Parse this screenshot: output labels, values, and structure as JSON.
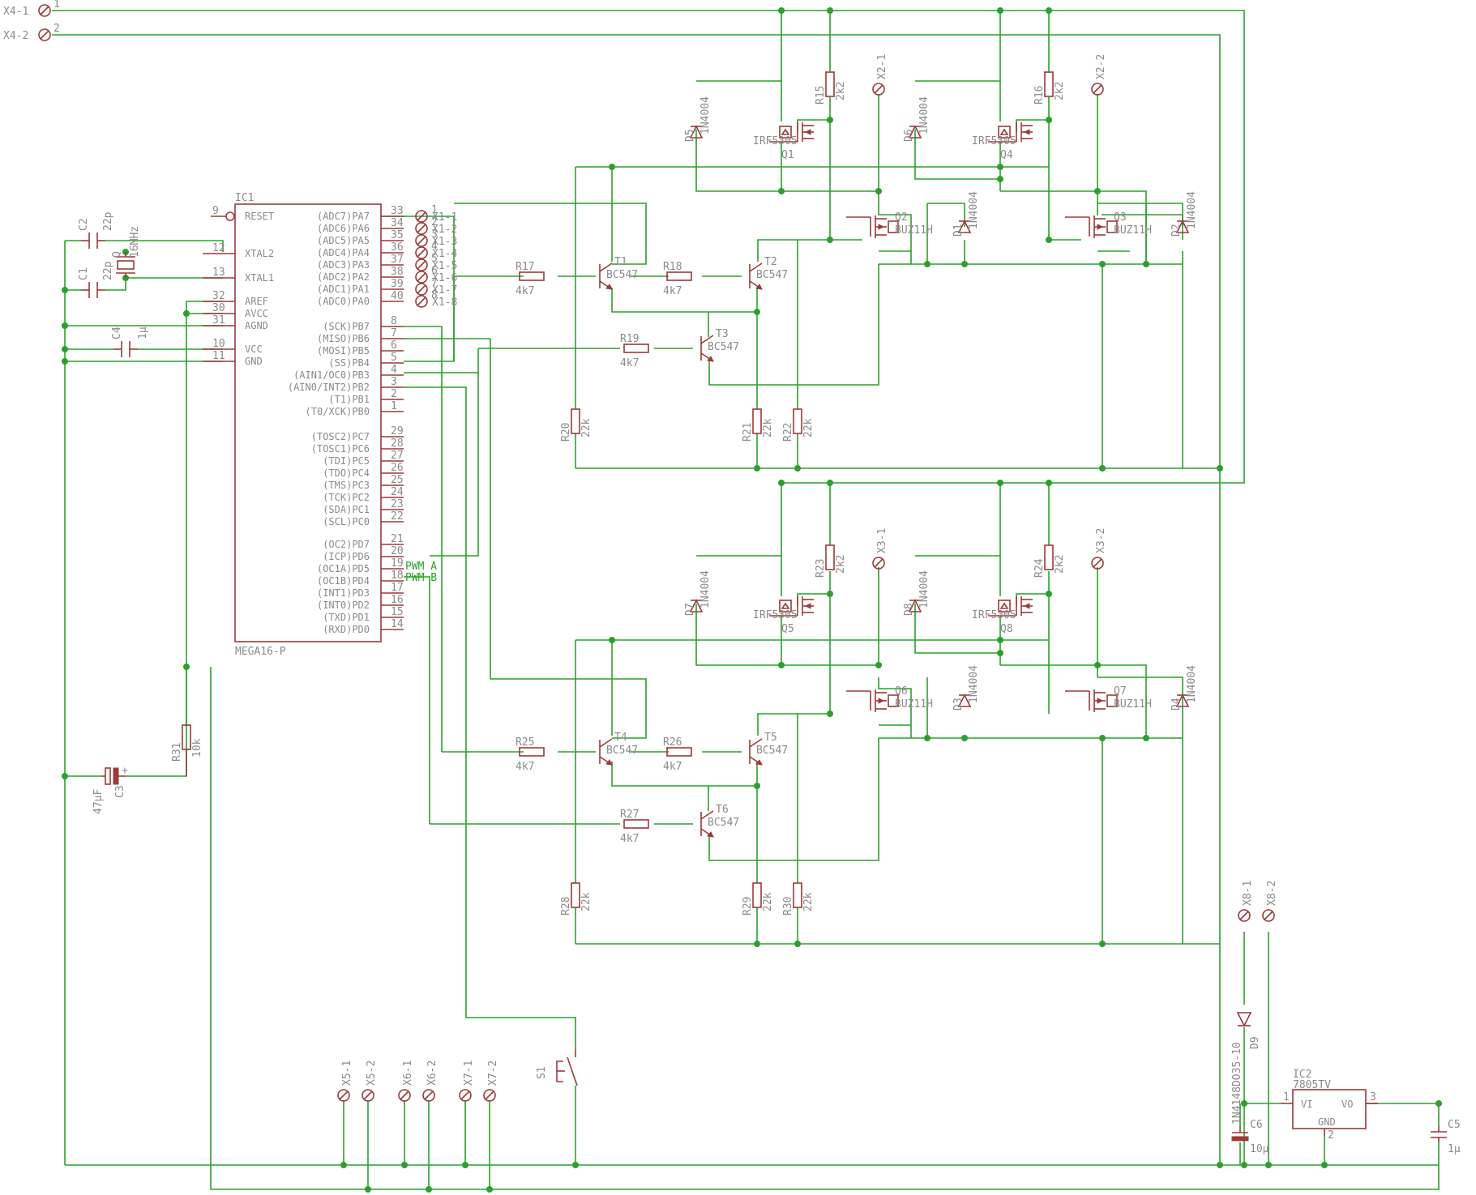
{
  "terminals": {
    "x4_1": "X4-1",
    "x4_2": "X4-2",
    "x1": [
      "X1-1",
      "X1-2",
      "X1-3",
      "X1-4",
      "X1-5",
      "X1-6",
      "X1-7",
      "X1-8"
    ],
    "x1_pins": [
      "1",
      "2",
      "3",
      "4",
      "5",
      "6",
      "7",
      "8"
    ],
    "x2_1": "X2-1",
    "x2_2": "X2-2",
    "x3_1": "X3-1",
    "x3_2": "X3-2",
    "x5_1": "X5-1",
    "x5_2": "X5-2",
    "x6_1": "X6-1",
    "x6_2": "X6-2",
    "x7_1": "X7-1",
    "x7_2": "X7-2",
    "x8_1": "X8-1",
    "x8_2": "X8-2",
    "pin1": "1",
    "pin2": "2"
  },
  "ic1": {
    "ref": "IC1",
    "part": "MEGA16-P",
    "left_pins": [
      {
        "num": "9",
        "name": "RESET"
      },
      {
        "num": "12",
        "name": "XTAL2"
      },
      {
        "num": "13",
        "name": "XTAL1"
      },
      {
        "num": "32",
        "name": "AREF"
      },
      {
        "num": "30",
        "name": "AVCC"
      },
      {
        "num": "31",
        "name": "AGND"
      },
      {
        "num": "10",
        "name": "VCC"
      },
      {
        "num": "11",
        "name": "GND"
      }
    ],
    "right_pins": [
      {
        "num": "33",
        "name": "(ADC7)PA7"
      },
      {
        "num": "34",
        "name": "(ADC6)PA6"
      },
      {
        "num": "35",
        "name": "(ADC5)PA5"
      },
      {
        "num": "36",
        "name": "(ADC4)PA4"
      },
      {
        "num": "37",
        "name": "(ADC3)PA3"
      },
      {
        "num": "38",
        "name": "(ADC2)PA2"
      },
      {
        "num": "39",
        "name": "(ADC1)PA1"
      },
      {
        "num": "40",
        "name": "(ADC0)PA0"
      },
      {
        "num": "8",
        "name": "(SCK)PB7"
      },
      {
        "num": "7",
        "name": "(MISO)PB6"
      },
      {
        "num": "6",
        "name": "(MOSI)PB5"
      },
      {
        "num": "5",
        "name": "(SS)PB4"
      },
      {
        "num": "4",
        "name": "(AIN1/OC0)PB3"
      },
      {
        "num": "3",
        "name": "(AIN0/INT2)PB2"
      },
      {
        "num": "2",
        "name": "(T1)PB1"
      },
      {
        "num": "1",
        "name": "(T0/XCK)PB0"
      },
      {
        "num": "29",
        "name": "(TOSC2)PC7"
      },
      {
        "num": "28",
        "name": "(TOSC1)PC6"
      },
      {
        "num": "27",
        "name": "(TDI)PC5"
      },
      {
        "num": "26",
        "name": "(TDO)PC4"
      },
      {
        "num": "25",
        "name": "(TMS)PC3"
      },
      {
        "num": "24",
        "name": "(TCK)PC2"
      },
      {
        "num": "23",
        "name": "(SDA)PC1"
      },
      {
        "num": "22",
        "name": "(SCL)PC0"
      },
      {
        "num": "21",
        "name": "(OC2)PD7"
      },
      {
        "num": "20",
        "name": "(ICP)PD6"
      },
      {
        "num": "19",
        "name": "(OC1A)PD5"
      },
      {
        "num": "18",
        "name": "(OC1B)PD4"
      },
      {
        "num": "17",
        "name": "(INT1)PD3"
      },
      {
        "num": "16",
        "name": "(INT0)PD2"
      },
      {
        "num": "15",
        "name": "(TXD)PD1"
      },
      {
        "num": "14",
        "name": "(RXD)PD0"
      }
    ]
  },
  "nets": {
    "pwm_a": "PWM A",
    "pwm_b": "PWM B"
  },
  "parts": {
    "c2": {
      "ref": "C2",
      "val": "22p"
    },
    "c1": {
      "ref": "C1",
      "val": "22p"
    },
    "q": {
      "ref": "Q",
      "val": "16MHz"
    },
    "c4": {
      "ref": "C4",
      "val": "1µ"
    },
    "c3": {
      "ref": "C3",
      "val": "47µF"
    },
    "r31": {
      "ref": "R31",
      "val": "10k"
    },
    "r15": {
      "ref": "R15",
      "val": "2k2"
    },
    "r16": {
      "ref": "R16",
      "val": "2k2"
    },
    "r23": {
      "ref": "R23",
      "val": "2k2"
    },
    "r24": {
      "ref": "R24",
      "val": "2k2"
    },
    "r17": {
      "ref": "R17",
      "val": "4k7"
    },
    "r18": {
      "ref": "R18",
      "val": "4k7"
    },
    "r19": {
      "ref": "R19",
      "val": "4k7"
    },
    "r25": {
      "ref": "R25",
      "val": "4k7"
    },
    "r26": {
      "ref": "R26",
      "val": "4k7"
    },
    "r27": {
      "ref": "R27",
      "val": "4k7"
    },
    "r20": {
      "ref": "R20",
      "val": "22k"
    },
    "r21": {
      "ref": "R21",
      "val": "22k"
    },
    "r22": {
      "ref": "R22",
      "val": "22k"
    },
    "r28": {
      "ref": "R28",
      "val": "22k"
    },
    "r29": {
      "ref": "R29",
      "val": "22k"
    },
    "r30": {
      "ref": "R30",
      "val": "22k"
    },
    "d1": {
      "ref": "D1",
      "val": "1N4004"
    },
    "d2": {
      "ref": "D2",
      "val": "1N4004"
    },
    "d3": {
      "ref": "D3",
      "val": "1N4004"
    },
    "d4": {
      "ref": "D4",
      "val": "1N4004"
    },
    "d5": {
      "ref": "D5",
      "val": "1N4004"
    },
    "d6": {
      "ref": "D6",
      "val": "1N4004"
    },
    "d7": {
      "ref": "D7",
      "val": "1N4004"
    },
    "d8": {
      "ref": "D8",
      "val": "1N4004"
    },
    "d9": {
      "ref": "D9",
      "val": "1N4148DO35-10"
    },
    "q1": {
      "ref": "Q1",
      "val": "IRF5305"
    },
    "q4": {
      "ref": "Q4",
      "val": "IRF5305"
    },
    "q5": {
      "ref": "Q5",
      "val": "IRF5305"
    },
    "q8": {
      "ref": "Q8",
      "val": "IRF5305"
    },
    "q2": {
      "ref": "Q2",
      "val": "BUZ11H"
    },
    "q3": {
      "ref": "Q3",
      "val": "BUZ11H"
    },
    "q6": {
      "ref": "Q6",
      "val": "BUZ11H"
    },
    "q7": {
      "ref": "Q7",
      "val": "BUZ11H"
    },
    "t1": {
      "ref": "T1",
      "val": "BC547"
    },
    "t2": {
      "ref": "T2",
      "val": "BC547"
    },
    "t3": {
      "ref": "T3",
      "val": "BC547"
    },
    "t4": {
      "ref": "T4",
      "val": "BC547"
    },
    "t5": {
      "ref": "T5",
      "val": "BC547"
    },
    "t6": {
      "ref": "T6",
      "val": "BC547"
    },
    "s1": {
      "ref": "S1"
    },
    "ic2": {
      "ref": "IC2",
      "val": "7805TV",
      "vi": "VI",
      "vo": "VO",
      "gnd": "GND",
      "pin1": "1",
      "pin2": "2",
      "pin3": "3"
    },
    "c6": {
      "ref": "C6",
      "val": "10µ"
    },
    "c5": {
      "ref": "C5",
      "val": "1µ"
    }
  }
}
